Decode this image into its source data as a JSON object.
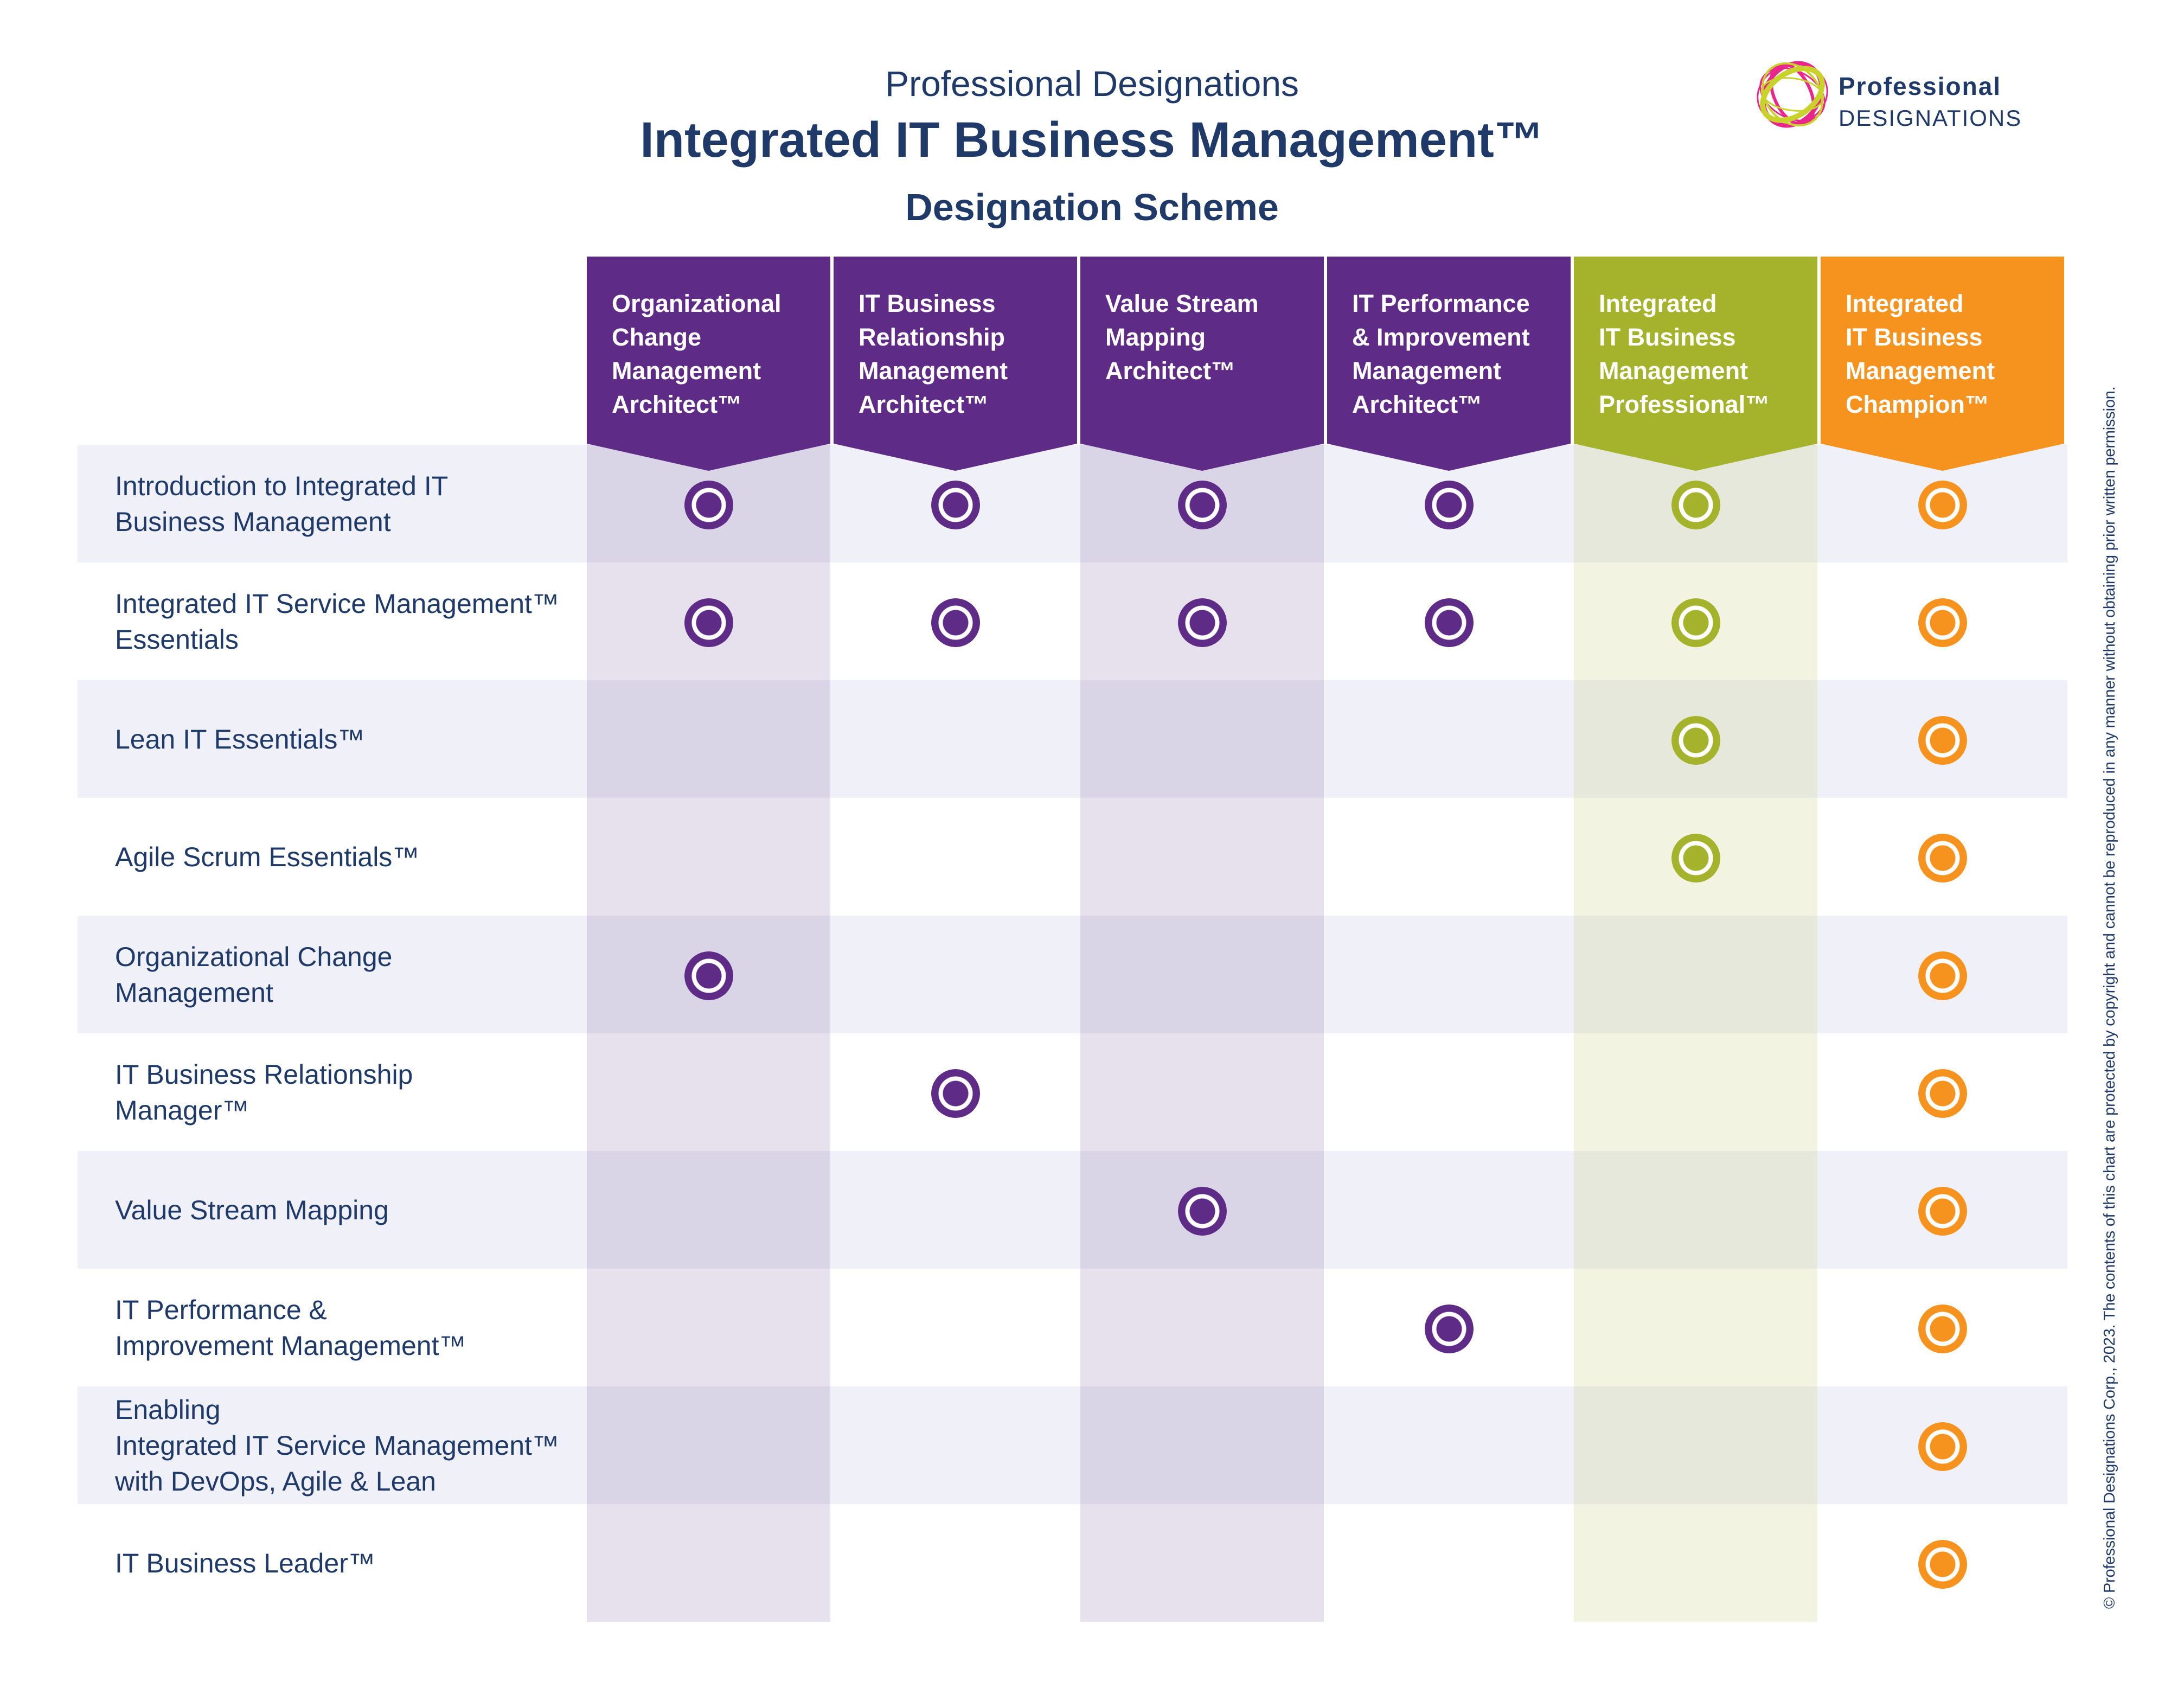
{
  "title": {
    "eyebrow": "Professional Designations",
    "main": "Integrated IT Business Management™",
    "sub": "Designation Scheme"
  },
  "logo": {
    "name": "Professional",
    "caps": "DESIGNATIONS"
  },
  "copyright_vertical": "© Professional Designations Corp., 2023. The contents of this chart are protected by copyright and cannot be reproduced in any manner without obtaining prior written permission.",
  "colors": {
    "navy": "#1F3A68",
    "purple": "#5E2C87",
    "green": "#A5B22C",
    "orange": "#F6921E",
    "row_stripe": "#F0F1F8",
    "row_white": "#FFFFFF",
    "lavender_tint": "rgba(95,44,135,0.15)",
    "green_tint": "rgba(166,179,43,0.14)",
    "logo_pink": "#E9278A",
    "logo_green": "#C8D22B"
  },
  "table": {
    "columns": [
      {
        "label": "Organizational\nChange\nManagement\nArchitect™",
        "color_key": "purple",
        "tint": "lavender"
      },
      {
        "label": "IT Business\nRelationship\nManagement\nArchitect™",
        "color_key": "purple",
        "tint": null
      },
      {
        "label": "Value Stream\nMapping\nArchitect™",
        "color_key": "purple",
        "tint": "lavender"
      },
      {
        "label": "IT Performance\n& Improvement\nManagement\nArchitect™",
        "color_key": "purple",
        "tint": null
      },
      {
        "label": "Integrated\nIT Business\nManagement\nProfessional™",
        "color_key": "green",
        "tint": "green"
      },
      {
        "label": "Integrated\nIT Business\nManagement\nChampion™",
        "color_key": "orange",
        "tint": null
      }
    ],
    "rows": [
      {
        "label": "Introduction to Integrated IT\nBusiness Management",
        "cells": [
          1,
          1,
          1,
          1,
          1,
          1
        ]
      },
      {
        "label": "Integrated IT Service Management™\nEssentials",
        "cells": [
          1,
          1,
          1,
          1,
          1,
          1
        ]
      },
      {
        "label": "Lean IT Essentials™",
        "cells": [
          0,
          0,
          0,
          0,
          1,
          1
        ]
      },
      {
        "label": "Agile Scrum Essentials™",
        "cells": [
          0,
          0,
          0,
          0,
          1,
          1
        ]
      },
      {
        "label": "Organizational Change\nManagement",
        "cells": [
          1,
          0,
          0,
          0,
          0,
          1
        ]
      },
      {
        "label": "IT Business Relationship\nManager™",
        "cells": [
          0,
          1,
          0,
          0,
          0,
          1
        ]
      },
      {
        "label": "Value Stream Mapping",
        "cells": [
          0,
          0,
          1,
          0,
          0,
          1
        ]
      },
      {
        "label": "IT Performance &\nImprovement Management™",
        "cells": [
          0,
          0,
          0,
          1,
          0,
          1
        ]
      },
      {
        "label": "Enabling\nIntegrated IT Service Management™\nwith DevOps, Agile & Lean",
        "cells": [
          0,
          0,
          0,
          0,
          0,
          1
        ]
      },
      {
        "label": "IT Business Leader™",
        "cells": [
          0,
          0,
          0,
          0,
          0,
          1
        ]
      }
    ]
  },
  "chart_data": {
    "type": "table",
    "title": "Professional Designations — Integrated IT Business Management™ Designation Scheme",
    "columns": [
      "Organizational Change Management Architect™",
      "IT Business Relationship Management Architect™",
      "Value Stream Mapping Architect™",
      "IT Performance & Improvement Management Architect™",
      "Integrated IT Business Management Professional™",
      "Integrated IT Business Management Champion™"
    ],
    "rows": [
      "Introduction to Integrated IT Business Management",
      "Integrated IT Service Management™ Essentials",
      "Lean IT Essentials™",
      "Agile Scrum Essentials™",
      "Organizational Change Management",
      "IT Business Relationship Manager™",
      "Value Stream Mapping",
      "IT Performance & Improvement Management™",
      "Enabling Integrated IT Service Management™ with DevOps, Agile & Lean",
      "IT Business Leader™"
    ],
    "matrix": [
      [
        1,
        1,
        1,
        1,
        1,
        1
      ],
      [
        1,
        1,
        1,
        1,
        1,
        1
      ],
      [
        0,
        0,
        0,
        0,
        1,
        1
      ],
      [
        0,
        0,
        0,
        0,
        1,
        1
      ],
      [
        1,
        0,
        0,
        0,
        0,
        1
      ],
      [
        0,
        1,
        0,
        0,
        0,
        1
      ],
      [
        0,
        0,
        1,
        0,
        0,
        1
      ],
      [
        0,
        0,
        0,
        1,
        0,
        1
      ],
      [
        0,
        0,
        0,
        0,
        0,
        1
      ],
      [
        0,
        0,
        0,
        0,
        0,
        1
      ]
    ]
  }
}
